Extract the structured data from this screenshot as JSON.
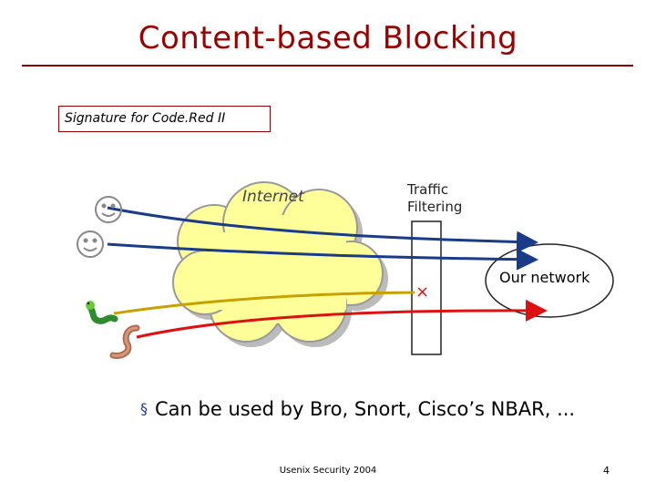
{
  "title": "Content-based Blocking",
  "signature_box": "Signature for Code.Red II",
  "labels": {
    "internet": "Internet",
    "traffic_line1": "Traffic",
    "traffic_line2": "Filtering",
    "our_network": "Our network",
    "blocked_marker": "×"
  },
  "bullet": {
    "text": "Can be used by Bro, Snort, Cisco’s NBAR, ..."
  },
  "footer": {
    "center": "Usenix Security 2004",
    "page_number": "4"
  },
  "colors": {
    "title": "#990000",
    "cloud_fill": "#ffff99",
    "blue_flow": "#1a3a8a",
    "red_flow": "#dd1111",
    "gold_flow": "#c8a000",
    "blocked_marker": "#dd1111",
    "bullet_mark": "#1a3aa0"
  },
  "icons": [
    "smiley-icon",
    "smiley-icon",
    "green-worm-icon",
    "brown-worm-icon"
  ]
}
